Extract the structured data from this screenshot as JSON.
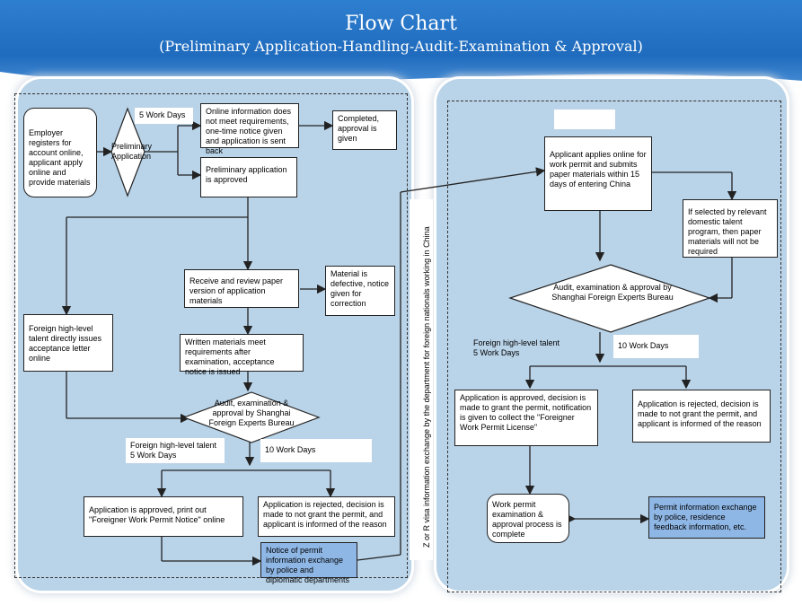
{
  "header": {
    "title": "Flow Chart",
    "subtitle": "(Preliminary Application-Handling-Audit-Examination & Approval)"
  },
  "left": {
    "employer": "Employer registers for account online, applicant apply online and provide materials",
    "preliminary_decision": "Preliminary Application",
    "five_days": "5 Work Days",
    "info_not_meet": "Online information does not meet requirements, one-time notice given and application is sent back",
    "completed": "Completed, approval is given",
    "prelim_approved": "Preliminary application is approved",
    "receive_review": "Receive and review paper version of application materials",
    "material_defective": "Material is defective, notice given for correction",
    "high_level_issue": "Foreign high-level talent directly issues acceptance letter online",
    "written_meet": "Written materials meet requirements after examination, acceptance notice is issued",
    "audit": "Audit, examination & approval by Shanghai Foreign Experts Bureau",
    "high_level_days": "Foreign high-level talent\n5 Work Days",
    "ten_days": "10 Work Days",
    "approved_print": "Application is approved, print out \"Foreigner Work Permit Notice\" online",
    "rejected": "Application is rejected, decision is made to not grant the permit, and applicant is informed of the reason",
    "notice_exchange": "Notice of permit information exchange by police and diplomatic departments"
  },
  "middle": {
    "vertical_text": "Z or R visa information exchange by the department for foreign nationals working in  China"
  },
  "right": {
    "apply_online": "Applicant applies online for work permit and submits paper materials within 15 days of entering China",
    "talent_program": "If selected by relevant domestic talent program, then paper materials will not be required",
    "audit": "Audit, examination & approval by Shanghai Foreign Experts Bureau",
    "high_level_days": "Foreign high-level talent\n5 Work Days",
    "ten_days": "10 Work Days",
    "approved": "Application is approved, decision is made to grant the permit, notification is given to collect the \"Foreigner Work Permit License\"",
    "rejected": "Application is rejected, decision is made to not grant the permit, and applicant is informed of the reason",
    "complete": "Work permit examination & approval process is complete",
    "exchange": "Permit information exchange by police, residence feedback information, etc."
  }
}
